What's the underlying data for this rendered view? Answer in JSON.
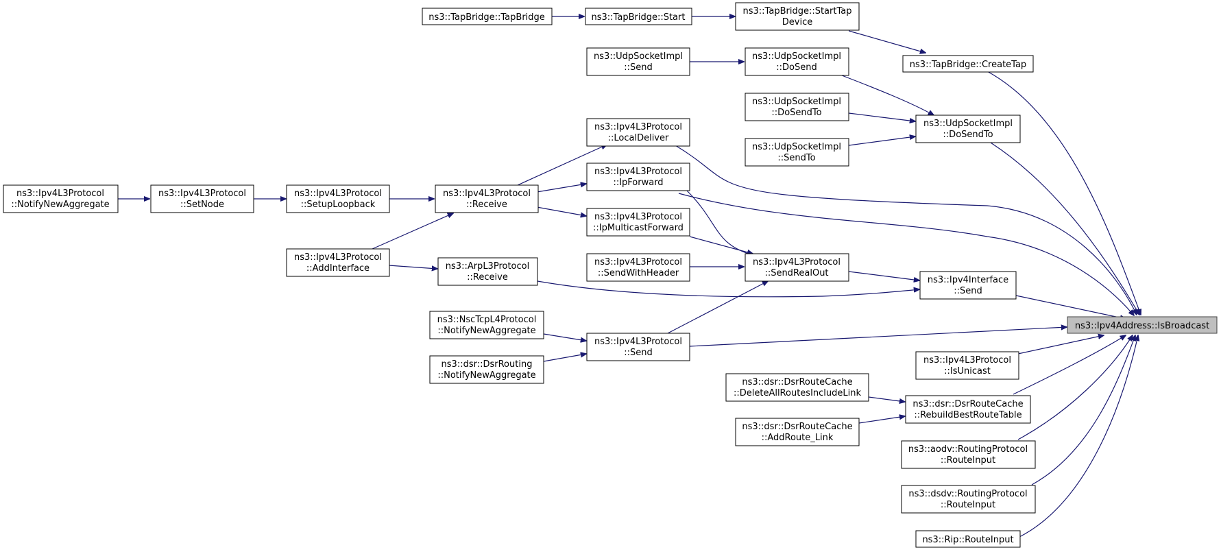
{
  "nodes": [
    {
      "id": "isbroadcast",
      "lines": [
        "ns3::Ipv4Address::IsBroadcast"
      ],
      "root": true
    },
    {
      "id": "ipv4if_send",
      "lines": [
        "ns3::Ipv4Interface",
        "::Send"
      ]
    },
    {
      "id": "createtap",
      "lines": [
        "ns3::TapBridge::CreateTap"
      ]
    },
    {
      "id": "udp_dosendto",
      "lines": [
        "ns3::UdpSocketImpl",
        "::DoSendTo"
      ]
    },
    {
      "id": "l3_localdeliver",
      "lines": [
        "ns3::Ipv4L3Protocol",
        "::LocalDeliver"
      ]
    },
    {
      "id": "l3_ipforward",
      "lines": [
        "ns3::Ipv4L3Protocol",
        "::IpForward"
      ]
    },
    {
      "id": "l3_send",
      "lines": [
        "ns3::Ipv4L3Protocol",
        "::Send"
      ]
    },
    {
      "id": "l3_isunicast",
      "lines": [
        "ns3::Ipv4L3Protocol",
        "::IsUnicast"
      ]
    },
    {
      "id": "dsr_rebuild",
      "lines": [
        "ns3::dsr::DsrRouteCache",
        "::RebuildBestRouteTable"
      ]
    },
    {
      "id": "aodv_routeinput",
      "lines": [
        "ns3::aodv::RoutingProtocol",
        "::RouteInput"
      ]
    },
    {
      "id": "dsdv_routeinput",
      "lines": [
        "ns3::dsdv::RoutingProtocol",
        "::RouteInput"
      ]
    },
    {
      "id": "rip_routeinput",
      "lines": [
        "ns3::Rip::RouteInput"
      ]
    },
    {
      "id": "l3_sendrealout",
      "lines": [
        "ns3::Ipv4L3Protocol",
        "::SendRealOut"
      ]
    },
    {
      "id": "arp_receive",
      "lines": [
        "ns3::ArpL3Protocol",
        "::Receive"
      ]
    },
    {
      "id": "l3_ipmulticastforward",
      "lines": [
        "ns3::Ipv4L3Protocol",
        "::IpMulticastForward"
      ]
    },
    {
      "id": "l3_sendwithheader",
      "lines": [
        "ns3::Ipv4L3Protocol",
        "::SendWithHeader"
      ]
    },
    {
      "id": "l3_receive",
      "lines": [
        "ns3::Ipv4L3Protocol",
        "::Receive"
      ]
    },
    {
      "id": "l3_setuploopback",
      "lines": [
        "ns3::Ipv4L3Protocol",
        "::SetupLoopback"
      ]
    },
    {
      "id": "l3_addinterface",
      "lines": [
        "ns3::Ipv4L3Protocol",
        "::AddInterface"
      ]
    },
    {
      "id": "l3_setnode",
      "lines": [
        "ns3::Ipv4L3Protocol",
        "::SetNode"
      ]
    },
    {
      "id": "l3_notifynewaggregate",
      "lines": [
        "ns3::Ipv4L3Protocol",
        "::NotifyNewAggregate"
      ]
    },
    {
      "id": "starttapdevice",
      "lines": [
        "ns3::TapBridge::StartTap",
        "Device"
      ]
    },
    {
      "id": "tb_start",
      "lines": [
        "ns3::TapBridge::Start"
      ]
    },
    {
      "id": "tb_tapbridge",
      "lines": [
        "ns3::TapBridge::TapBridge"
      ]
    },
    {
      "id": "udp_dosend",
      "lines": [
        "ns3::UdpSocketImpl",
        "::DoSend"
      ]
    },
    {
      "id": "udp_send",
      "lines": [
        "ns3::UdpSocketImpl",
        "::Send"
      ]
    },
    {
      "id": "udp_dosendto2",
      "lines": [
        "ns3::UdpSocketImpl",
        "::DoSendTo"
      ]
    },
    {
      "id": "udp_sendto",
      "lines": [
        "ns3::UdpSocketImpl",
        "::SendTo"
      ]
    },
    {
      "id": "nsc_notify",
      "lines": [
        "ns3::NscTcpL4Protocol",
        "::NotifyNewAggregate"
      ]
    },
    {
      "id": "dsrrouting_notify",
      "lines": [
        "ns3::dsr::DsrRouting",
        "::NotifyNewAggregate"
      ]
    },
    {
      "id": "dsr_deleteall",
      "lines": [
        "ns3::dsr::DsrRouteCache",
        "::DeleteAllRoutesIncludeLink"
      ]
    },
    {
      "id": "dsr_addroute",
      "lines": [
        "ns3::dsr::DsrRouteCache",
        "::AddRoute_Link"
      ]
    }
  ]
}
